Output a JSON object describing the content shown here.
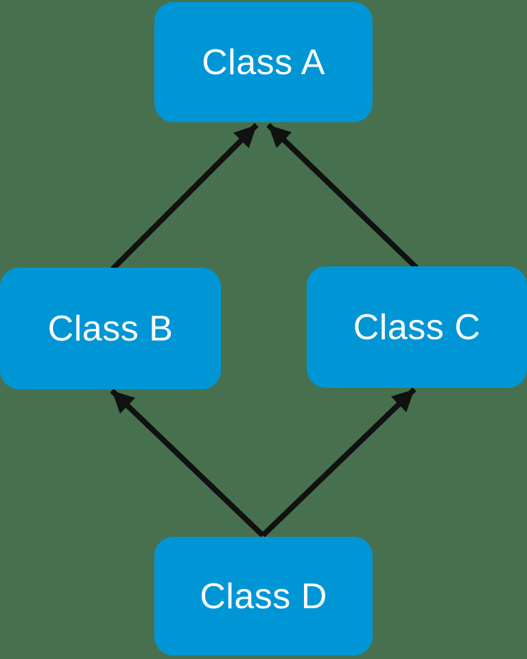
{
  "diagram": {
    "type": "class-inheritance-diamond",
    "background_color": "#47714E",
    "node_fill_color": "#0096D6",
    "node_text_color": "#FFFFFF",
    "arrow_color": "#111111",
    "nodes": [
      {
        "id": "A",
        "label": "Class A",
        "position": "top"
      },
      {
        "id": "B",
        "label": "Class B",
        "position": "middle-left"
      },
      {
        "id": "C",
        "label": "Class C",
        "position": "middle-right"
      },
      {
        "id": "D",
        "label": "Class D",
        "position": "bottom"
      }
    ],
    "edges": [
      {
        "from": "Class B",
        "to": "Class A",
        "style": "solid-arrow"
      },
      {
        "from": "Class C",
        "to": "Class A",
        "style": "solid-arrow"
      },
      {
        "from": "Class D",
        "to": "Class B",
        "style": "solid-arrow"
      },
      {
        "from": "Class D",
        "to": "Class C",
        "style": "solid-arrow"
      }
    ]
  }
}
